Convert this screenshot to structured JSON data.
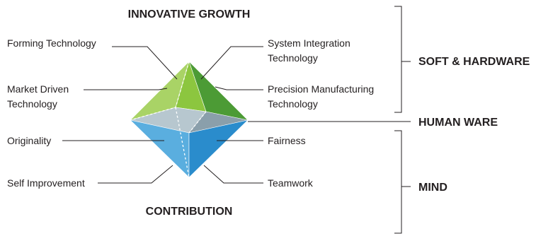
{
  "headings": {
    "top": "INNOVATIVE GROWTH",
    "bottom": "CONTRIBUTION"
  },
  "left_labels": {
    "forming": "Forming Technology",
    "market_line1": "Market Driven",
    "market_line2": "Technology",
    "originality": "Originality",
    "self_improvement": "Self Improvement"
  },
  "right_labels": {
    "system_line1": "System Integration",
    "system_line2": "Technology",
    "precision_line1": "Precision Manufacturing",
    "precision_line2": "Technology",
    "fairness": "Fairness",
    "teamwork": "Teamwork"
  },
  "groups": {
    "soft_hardware": "SOFT & HARDWARE",
    "human_ware": "HUMAN WARE",
    "mind": "MIND"
  },
  "colors": {
    "top_front_left": "#8cc63f",
    "top_front_right": "#4c9b35",
    "top_back_left": "#a9d366",
    "mid_left": "#b7c7cf",
    "mid_right": "#8a9fab",
    "bottom_left": "#5aaedf",
    "bottom_right": "#2a8ccc",
    "text": "#231f20"
  }
}
